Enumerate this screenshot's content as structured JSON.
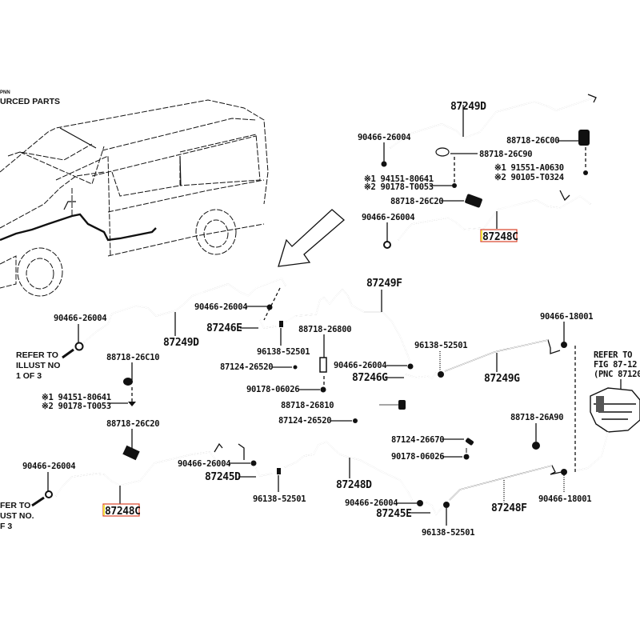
{
  "header": {
    "note": "URCED PARTS"
  },
  "highlight_color": "#d9442a",
  "callouts": {
    "top_group": {
      "tube_upper": "87249D",
      "clamp_left": "90466-26004",
      "clamp_c00": "88718-26C00",
      "clamp_c90": "88718-26C90",
      "alt_bolt_1": "※1 91551-A0630",
      "alt_bolt_2": "※2 90105-T0324",
      "alt_nut_1": "※1 94151-80641",
      "alt_nut_2": "※2 90178-T0053",
      "clamp_c20": "88718-26C20",
      "clamp_lower": "90466-26004",
      "tube_highlight": "87248C"
    },
    "mid_left_group": {
      "clamp": "90466-26004",
      "refer_lines": [
        "REFER TO",
        "ILLUST NO",
        "1 OF 3"
      ],
      "tube": "87249D",
      "clamp_right": "90466-26004",
      "hose": "87246E",
      "clip": "96138-52501",
      "clamp_c10": "88718-26C10",
      "alt_nut_1": "※1 94151-80641",
      "alt_nut_2": "※2 90178-T0053",
      "clamp_c20": "88718-26C20"
    },
    "mid_center_group": {
      "tube": "87249F",
      "clamp_800": "88718-26800",
      "bracket": "87124-26520",
      "nut": "90178-06026",
      "clamp": "90466-26004",
      "hose": "87246G",
      "clip": "96138-52501",
      "clamp_810": "88718-26810",
      "bracket_2": "87124-26520"
    },
    "mid_right_group": {
      "clamp": "90466-18001",
      "tube": "87249G",
      "refer_lines": [
        "REFER TO",
        "FIG 87-12",
        "(PNC 87120"
      ]
    },
    "bottom_group": {
      "clamp_left": "90466-26004",
      "refer_lines": [
        "FER TO",
        "UST NO.",
        "F 3"
      ],
      "tube_highlight": "87248C",
      "clamp_mid": "90466-26004",
      "hose": "87245D",
      "clip": "96138-52501",
      "tube_d": "87248D",
      "bracket": "87124-26670",
      "nut": "90178-06026",
      "clamp_a90": "88718-26A90",
      "clamp_right": "90466-26004",
      "hose_e": "87245E",
      "clip_2": "96138-52501",
      "tube_f": "87248F",
      "clamp_18001": "90466-18001"
    }
  },
  "top_tube_label": "87249D"
}
